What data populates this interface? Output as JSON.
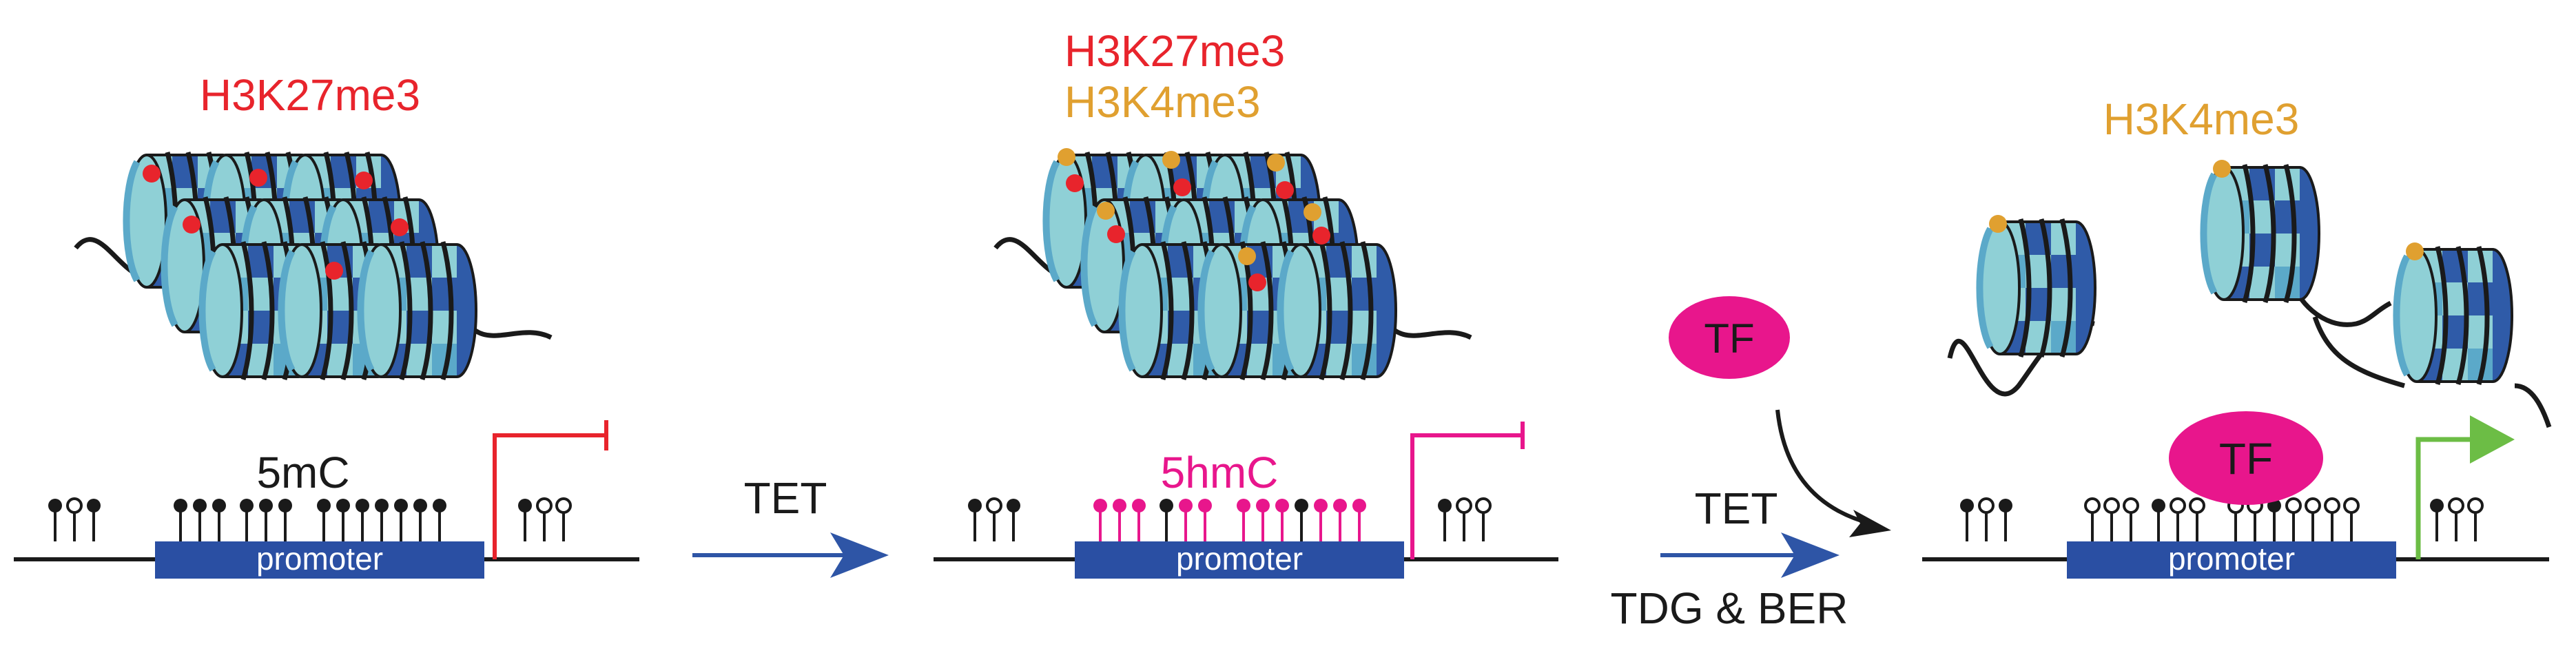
{
  "colors": {
    "red": "#e8242c",
    "orange": "#e0a030",
    "magenta": "#e8168c",
    "green": "#6cbd45",
    "blue_arrow": "#2e55a6",
    "promoter": "#2a4fa3",
    "dark_blue": "#2f5ba8",
    "light_teal": "#8fd0d6",
    "mid_teal": "#5ba9c9",
    "black": "#1a1a1a"
  },
  "panel1": {
    "mark_label": "H3K27me3",
    "dna_label": "5mC",
    "promoter_label": "promoter"
  },
  "panel2": {
    "mark_label_1": "H3K27me3",
    "mark_label_2": "H3K4me3",
    "dna_label": "5hmC",
    "promoter_label": "promoter"
  },
  "panel3": {
    "mark_label": "H3K4me3",
    "promoter_label": "promoter",
    "tf_label": "TF"
  },
  "arrow1": {
    "label": "TET"
  },
  "arrow2": {
    "label_top": "TET",
    "label_bottom": "TDG & BER"
  },
  "tf_free": {
    "label": "TF"
  },
  "legend_icons": {
    "methyl_filled": "filled-lollipop-icon",
    "methyl_open": "open-lollipop-icon",
    "hydroxymethyl": "magenta-lollipop-icon"
  }
}
